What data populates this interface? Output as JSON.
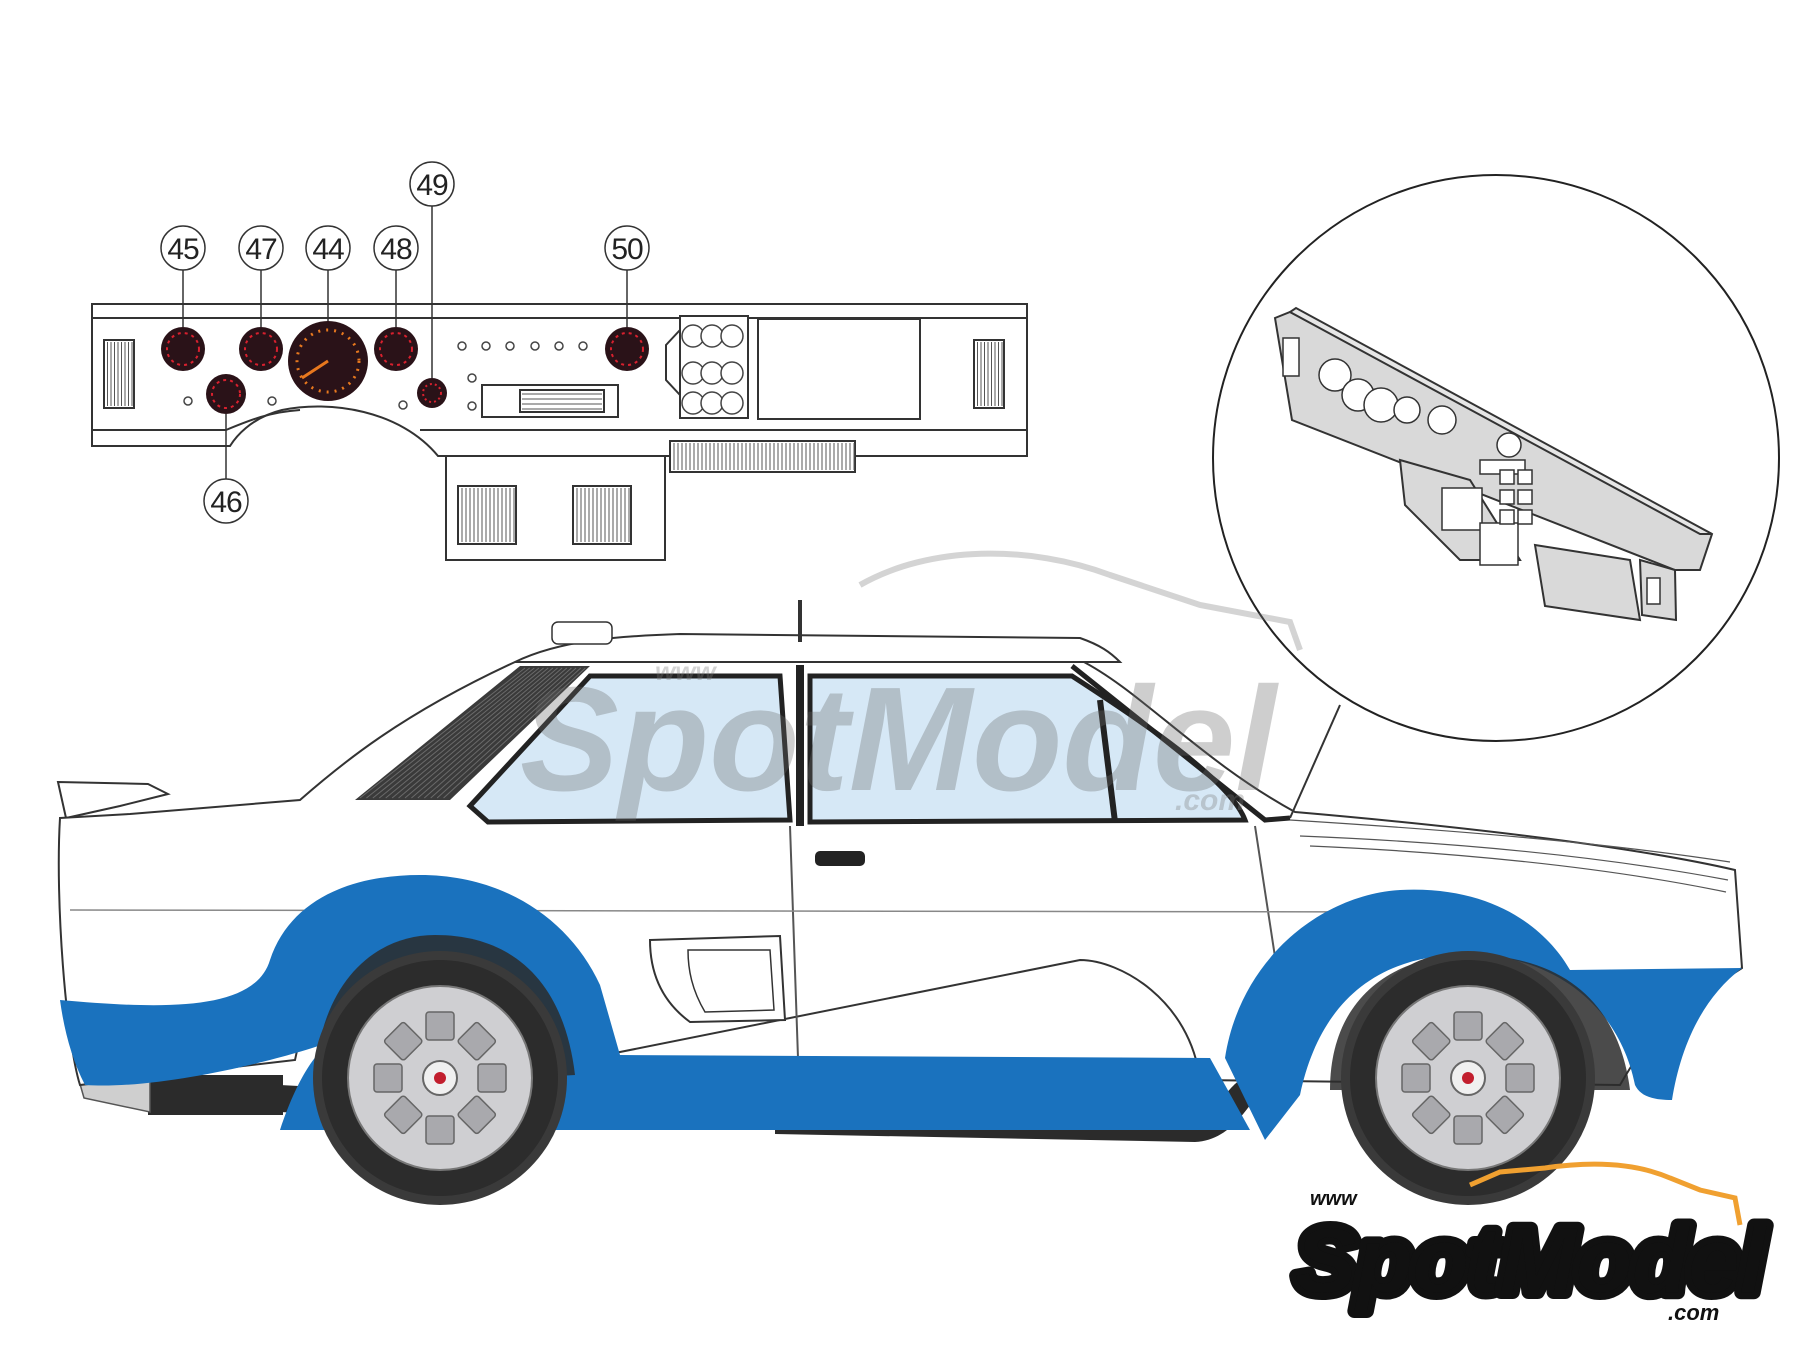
{
  "callouts": [
    {
      "id": "45",
      "label": "45"
    },
    {
      "id": "47",
      "label": "47"
    },
    {
      "id": "44",
      "label": "44"
    },
    {
      "id": "48",
      "label": "48"
    },
    {
      "id": "49",
      "label": "49"
    },
    {
      "id": "50",
      "label": "50"
    },
    {
      "id": "46",
      "label": "46"
    }
  ],
  "watermark": {
    "prefix": "www",
    "brand": "SpotModel",
    "suffix": ".com"
  },
  "logo": {
    "prefix": "www",
    "brand": "SpotModel",
    "suffix": ".com"
  },
  "colors": {
    "livery_blue": "#1a72be",
    "glass_blue": "#d6e8f6",
    "gauge_dark": "#2a1218",
    "gauge_mark": "#d8202e",
    "speedo_mark": "#e8781e",
    "logo_orange": "#f0a030",
    "panel_grey": "#d9d9d9",
    "line": "#333333"
  }
}
